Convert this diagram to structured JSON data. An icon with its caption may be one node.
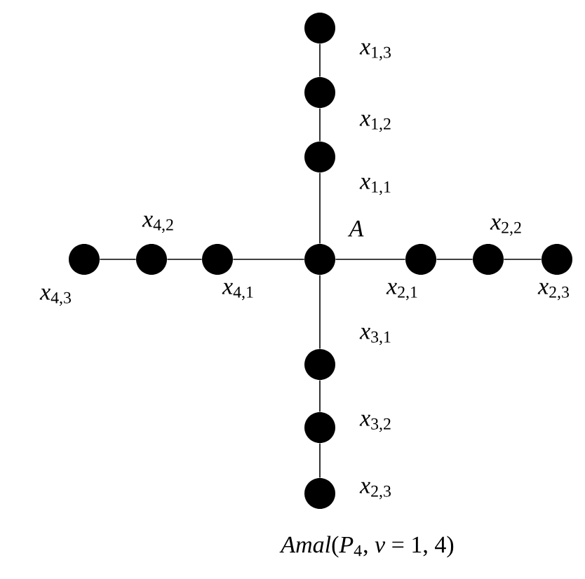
{
  "diagram": {
    "caption": "*Amal*(*P*$_{4}$, *v* = 1, 4)",
    "nodes": [
      {
        "text": [],
        "shape": "circle",
        "beside": [
          "*x*$_{1,3}$"
        ]
      },
      {
        "text": [],
        "shape": "circle",
        "beside": [
          "*x*$_{1,2}$"
        ]
      },
      {
        "text": [],
        "shape": "circle",
        "beside": [
          "*x*$_{1,1}$"
        ]
      },
      {
        "text": [],
        "shape": "circle",
        "beside": [
          "*x*$_{4,2}$"
        ]
      },
      {
        "text": [],
        "shape": "circle",
        "beside": [
          "*x*$_{4,3}$"
        ]
      },
      {
        "text": [],
        "shape": "circle",
        "beside": [
          "*x*$_{4,1}$"
        ]
      },
      {
        "text": [],
        "shape": "circle",
        "beside": [
          "A"
        ]
      },
      {
        "text": [],
        "shape": "circle",
        "beside": [
          "*x*$_{2,1}$"
        ]
      },
      {
        "text": [],
        "shape": "circle",
        "beside": [
          "*x*$_{2,2}$"
        ]
      },
      {
        "text": [],
        "shape": "circle",
        "beside": [
          "*x*$_{2,3}$"
        ]
      },
      {
        "text": [],
        "shape": "circle",
        "beside": [
          "*x*$_{3,1}$"
        ]
      },
      {
        "text": [],
        "shape": "circle",
        "beside": [
          "*x*$_{3,2}$"
        ]
      },
      {
        "text": [],
        "shape": "circle",
        "beside": [
          "*x*$_{2,3}$"
        ]
      }
    ],
    "edges": [
      {
        "from": 0,
        "to": 1,
        "arrow": "none"
      },
      {
        "from": 1,
        "to": 2,
        "arrow": "none"
      },
      {
        "from": 2,
        "to": 6,
        "arrow": "none"
      },
      {
        "from": 4,
        "to": 3,
        "arrow": "none"
      },
      {
        "from": 3,
        "to": 5,
        "arrow": "none"
      },
      {
        "from": 5,
        "to": 6,
        "arrow": "none"
      },
      {
        "from": 6,
        "to": 7,
        "arrow": "none"
      },
      {
        "from": 7,
        "to": 8,
        "arrow": "none"
      },
      {
        "from": 8,
        "to": 9,
        "arrow": "none"
      },
      {
        "from": 6,
        "to": 10,
        "arrow": "none"
      },
      {
        "from": 10,
        "to": 11,
        "arrow": "none"
      },
      {
        "from": 11,
        "to": 12,
        "arrow": "none"
      }
    ]
  }
}
